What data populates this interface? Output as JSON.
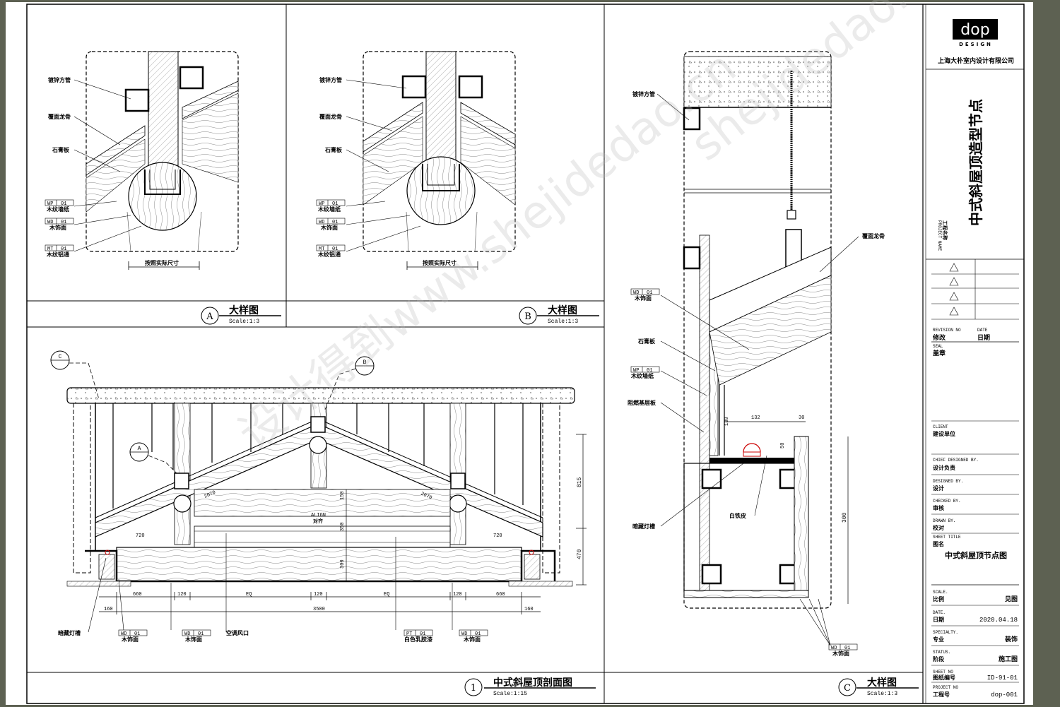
{
  "company": {
    "logo": "dop",
    "logo_sub": "DESIGN",
    "name": "上海大朴室内设计有限公司"
  },
  "title_block": {
    "project_title": "中式斜屋顶造型节点",
    "project_name_en": "PROJECT NAME",
    "project_name_cn": "工程名称",
    "revision_label_en": "REVISION NO",
    "revision_label_cn": "修改",
    "date_label_en": "DATE",
    "date_label_cn": "日期",
    "seal_en": "SEAL",
    "seal_cn": "盖章",
    "client_en": "CLIENT",
    "client_cn": "建设单位",
    "chief_en": "CHIEF DESIGNED BY.",
    "chief_cn": "设计负责",
    "designed_en": "DESIGNED BY.",
    "designed_cn": "设计",
    "checked_en": "CHECKED BY.",
    "checked_cn": "审核",
    "drawn_en": "DRAWN BY.",
    "drawn_cn": "校对",
    "sheet_title_en": "SHEET TITLE",
    "sheet_title_cn": "图名",
    "sheet_title": "中式斜屋顶节点图",
    "scale_en": "SCALE.",
    "scale_cn": "比例",
    "scale_value": "见图",
    "date2_en": "DATE.",
    "date2_cn": "日期",
    "date_value": "2020.04.18",
    "specialty_en": "SPECIALTY.",
    "specialty_cn": "专业",
    "specialty_value": "装饰",
    "status_en": "STATUS.",
    "status_cn": "阶段",
    "status_value": "施工图",
    "sheetno_en": "SHEET NO",
    "sheetno_cn": "图纸编号",
    "sheetno_value": "ID-91-01",
    "projno_en": "PROJECT NO",
    "projno_cn": "工程号",
    "projno_value": "dop-001"
  },
  "detail_a": {
    "mark": "A",
    "title": "大样图",
    "scale": "Scale:1:3",
    "labels": [
      "镀锌方管",
      "覆面龙骨",
      "石膏板"
    ],
    "tags": [
      {
        "code": "WP",
        "num": "01",
        "text": "木纹墙纸"
      },
      {
        "code": "WD",
        "num": "01",
        "text": "木饰面"
      },
      {
        "code": "MT",
        "num": "01",
        "text": "木纹铝通"
      }
    ],
    "dim_note": "按照实际尺寸"
  },
  "detail_b": {
    "mark": "B",
    "title": "大样图",
    "scale": "Scale:1:3",
    "labels": [
      "镀锌方管",
      "覆面龙骨",
      "石膏板"
    ],
    "tags": [
      {
        "code": "WP",
        "num": "01",
        "text": "木纹墙纸"
      },
      {
        "code": "WD",
        "num": "01",
        "text": "木饰面"
      },
      {
        "code": "MT",
        "num": "01",
        "text": "木纹铝通"
      }
    ],
    "dim_note": "按照实际尺寸"
  },
  "section_1": {
    "mark": "1",
    "title": "中式斜屋顶剖面图",
    "scale": "Scale:1:15",
    "callout_c": "C",
    "callout_b": "B",
    "callout_a": "A",
    "dims_bottom": [
      "160",
      "660",
      "120",
      "EQ",
      "120",
      "EQ",
      "120",
      "660",
      "160"
    ],
    "dim_total": "3500",
    "dims_right": [
      "815",
      "470"
    ],
    "dims_center": [
      "150",
      "350",
      "300"
    ],
    "dims_slope": [
      "2070",
      "2070",
      "720",
      "720"
    ],
    "align_en": "ALIGN",
    "align_cn": "对齐",
    "labels": {
      "light_slot": "暗藏灯槽",
      "air_vent": "空调风口"
    },
    "tags": [
      {
        "code": "WD",
        "num": "01",
        "text": "木饰面"
      },
      {
        "code": "WD",
        "num": "01",
        "text": "木饰面"
      },
      {
        "code": "PT",
        "num": "01",
        "text": "白色乳胶漆"
      },
      {
        "code": "WD",
        "num": "01",
        "text": "木饰面"
      }
    ]
  },
  "detail_c": {
    "mark": "C",
    "title": "大样图",
    "scale": "Scale:1:3",
    "labels": {
      "tube": "镀锌方管",
      "keel": "覆面龙骨",
      "gypsum": "石膏板",
      "fire": "阻燃基层板",
      "slot": "暗藏灯槽",
      "tin": "白铁皮"
    },
    "tags": [
      {
        "code": "WD",
        "num": "01",
        "text": "木饰面"
      },
      {
        "code": "WP",
        "num": "01",
        "text": "木纹墙纸"
      },
      {
        "code": "WD",
        "num": "01",
        "text": "木饰面"
      }
    ],
    "dims": [
      "132",
      "30",
      "130",
      "50",
      "300"
    ]
  },
  "watermark": {
    "text1": "设计得到www.shejidedao.cn",
    "text2": "shejidedao.cn"
  }
}
